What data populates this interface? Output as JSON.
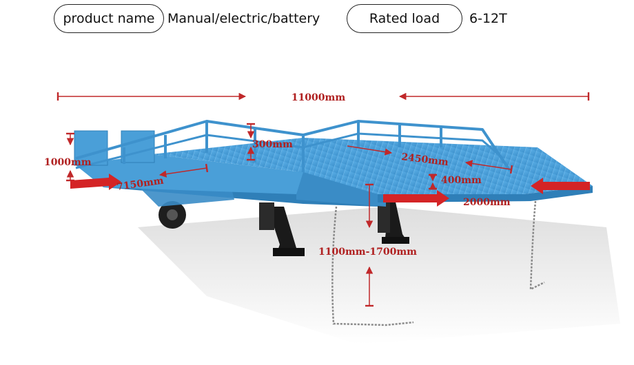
{
  "header": {
    "product_label": "product name",
    "product_value": "Manual/electric/battery",
    "load_label": "Rated load",
    "load_value": "6-12T"
  },
  "dimensions": {
    "overall_length": "11000mm",
    "side_height": "1000mm",
    "rail_height": "300mm",
    "ramp_length": "7150mm",
    "platform_width": "2450mm",
    "lip_offset": "400mm",
    "lip_length": "2000mm",
    "lift_range": "1100mm-1700mm"
  },
  "colors": {
    "ramp_blue": "#4a9fd8",
    "ramp_dark": "#2f7fb8",
    "dimension_red": "#c0282a",
    "leg_black": "#1a1a1a"
  }
}
